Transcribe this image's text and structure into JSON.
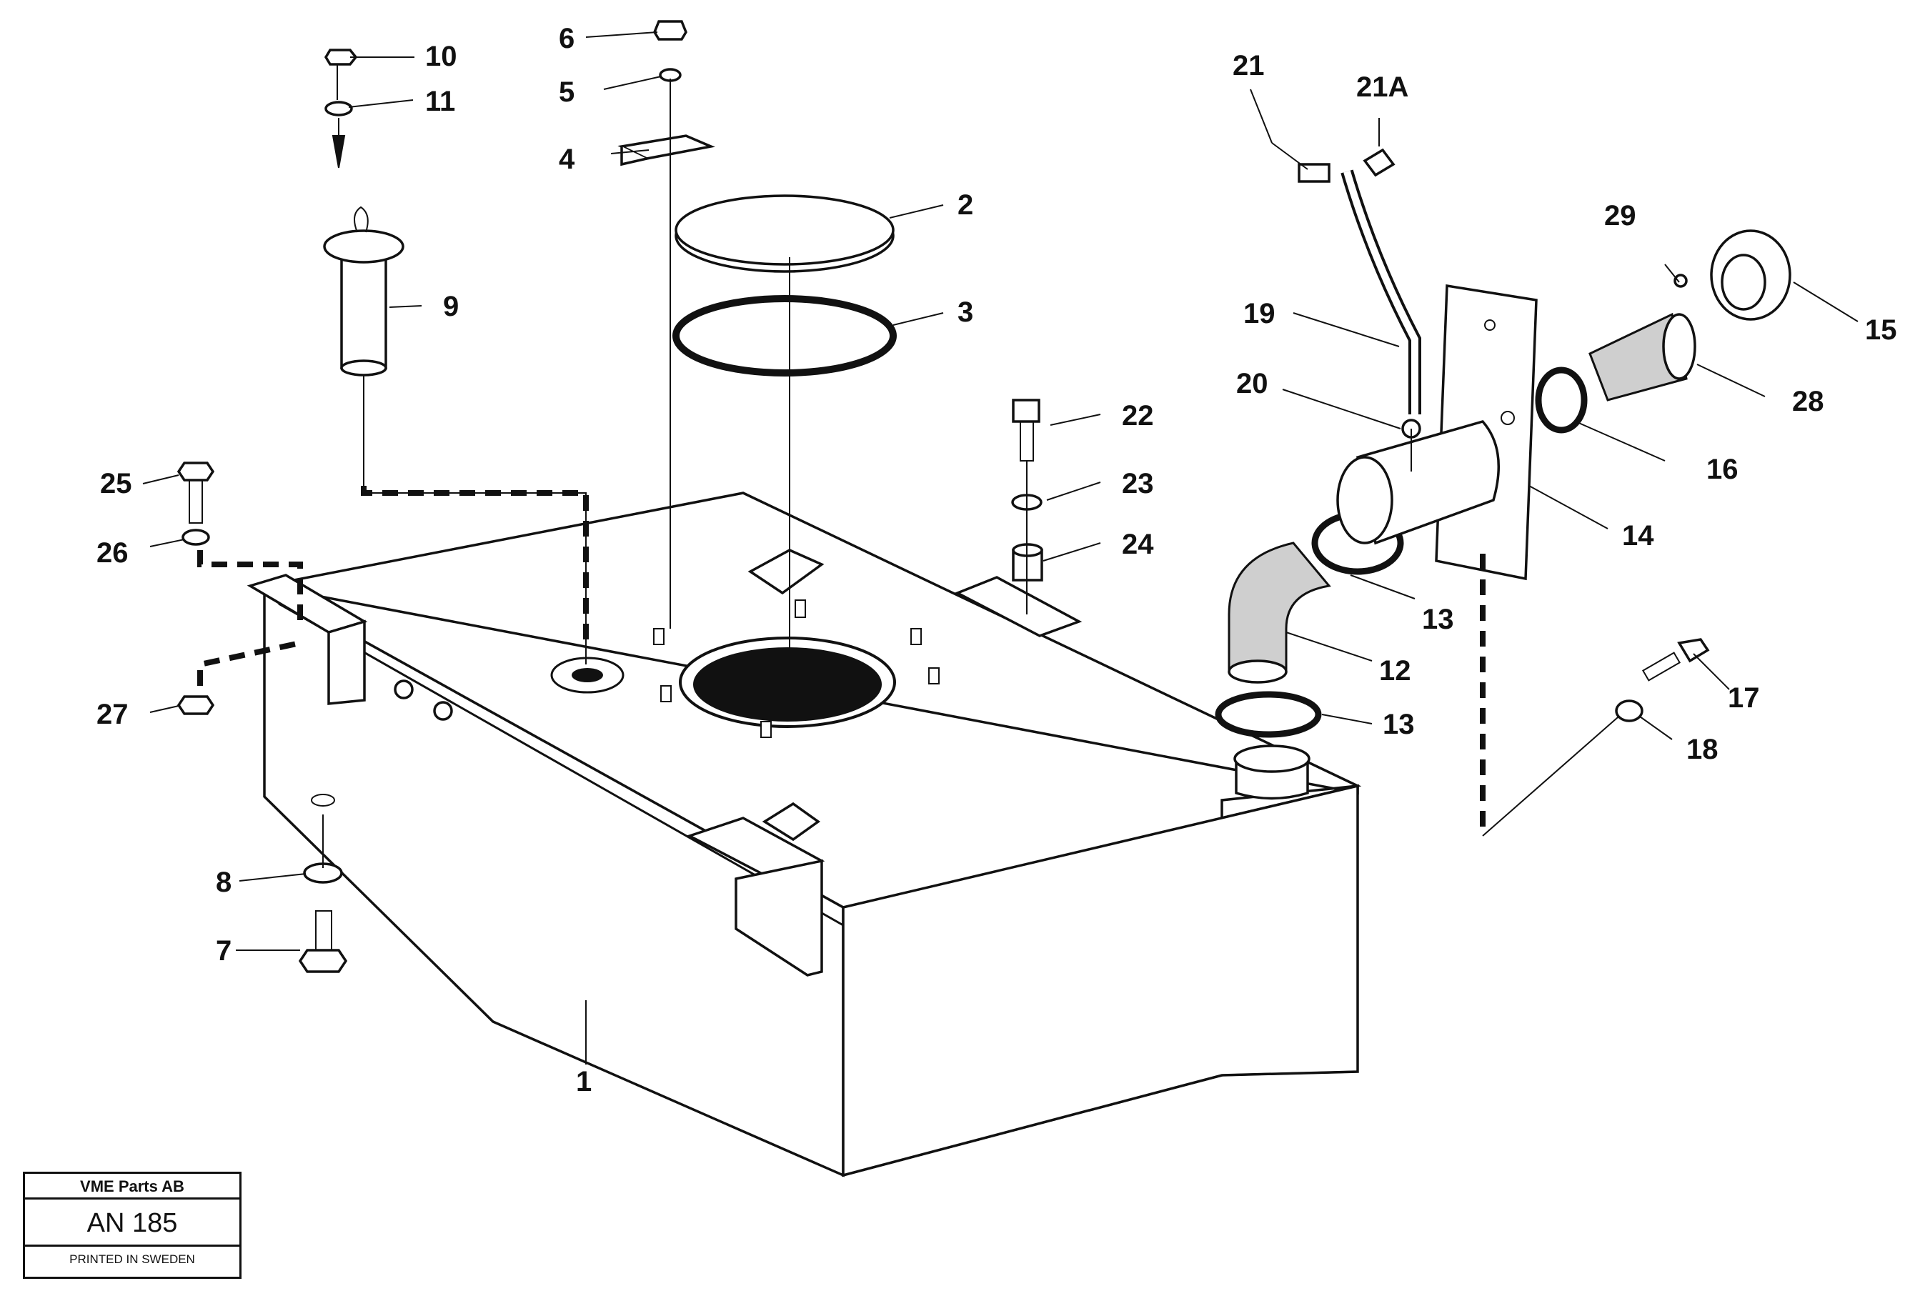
{
  "diagram": {
    "callouts": {
      "c1": "1",
      "c2": "2",
      "c3": "3",
      "c4": "4",
      "c5": "5",
      "c6": "6",
      "c7": "7",
      "c8": "8",
      "c9": "9",
      "c10": "10",
      "c11": "11",
      "c12": "12",
      "c13a": "13",
      "c13b": "13",
      "c14": "14",
      "c15": "15",
      "c16": "16",
      "c17": "17",
      "c18": "18",
      "c19": "19",
      "c20": "20",
      "c21": "21",
      "c21a": "21A",
      "c22": "22",
      "c23": "23",
      "c24": "24",
      "c25": "25",
      "c26": "26",
      "c27": "27",
      "c28": "28",
      "c29": "29"
    }
  },
  "title_block": {
    "manufacturer": "VME Parts AB",
    "drawing_code": "AN 185",
    "printed": "PRINTED IN SWEDEN"
  }
}
